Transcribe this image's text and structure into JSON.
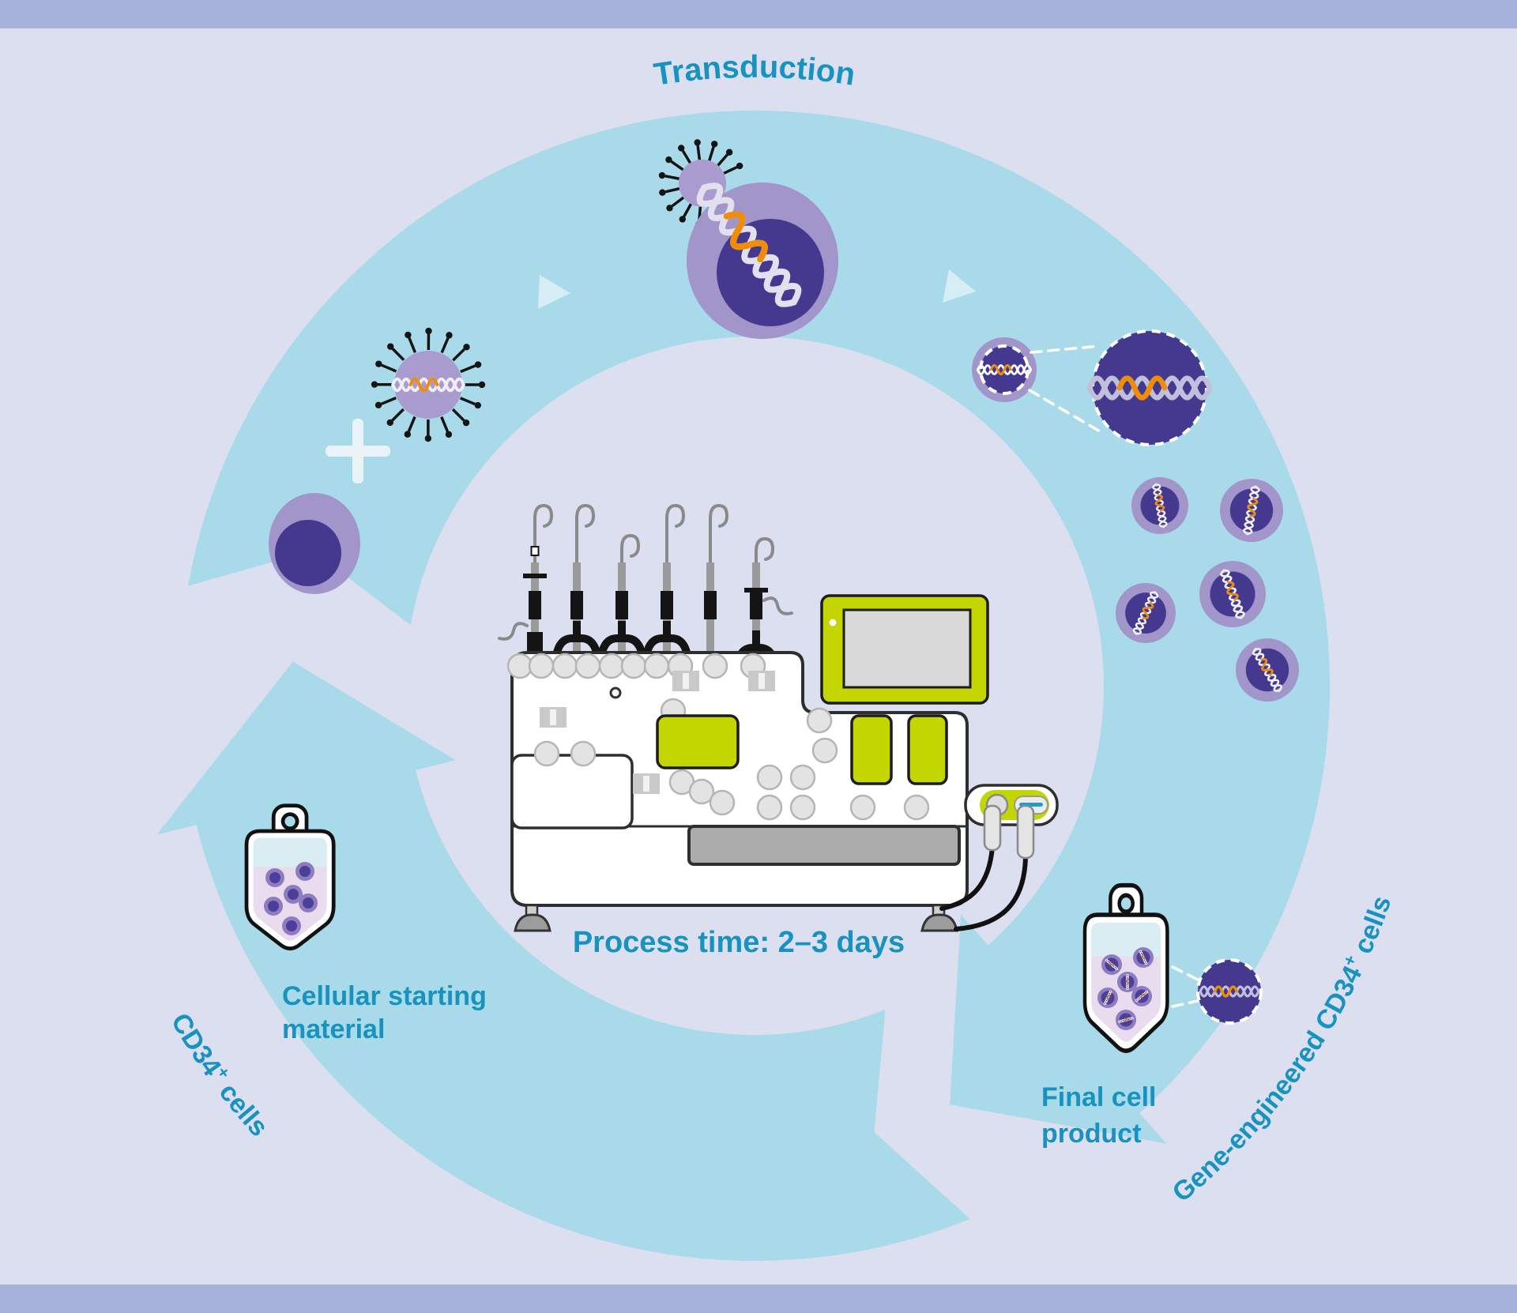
{
  "title": "Transduction",
  "labels": {
    "process_time": "Process time: 2–3 days",
    "starting_material_1": "Cellular starting",
    "starting_material_2": "material",
    "final_product_1": "Final cell",
    "final_product_2": "product",
    "cd34_prefix": "CD34",
    "cd34_sup": "+",
    "cd34_suffix": " cells",
    "gene_prefix": "Gene-engineered CD34",
    "gene_sup": "+",
    "gene_suffix": " cells"
  },
  "colors": {
    "top_bar": "#a6b2da",
    "background": "#dbdfef",
    "cycle_band": "#a9dae9",
    "direction_triangle": "#d6edf6",
    "label_teal": "#1892bf",
    "cell_outer": "#a295ca",
    "nucleus_indigo": "#44398f",
    "virus_body": "#a99bce",
    "dna_light": "#c9c6e2",
    "dna_orange": "#ef8d09",
    "machine_green": "#c3d602",
    "machine_outline": "#2e2e2e",
    "machine_gray": "#ababab",
    "bag_liquid_pink": "#e9dcef",
    "bag_liquid_blue": "#d9edf3",
    "plus_sign": "#e9f3f8"
  },
  "icons": {
    "lentivirus": "spiked-virus-icon",
    "cd34_cell": "round-cell-with-nucleus-icon",
    "dna": "double-helix-icon",
    "blood_bag": "cell-bag-icon",
    "device": "cell-processing-machine-icon",
    "direction": "triangle-arrow-icon",
    "magnified_dna": "dashed-circle-dna-icon"
  }
}
